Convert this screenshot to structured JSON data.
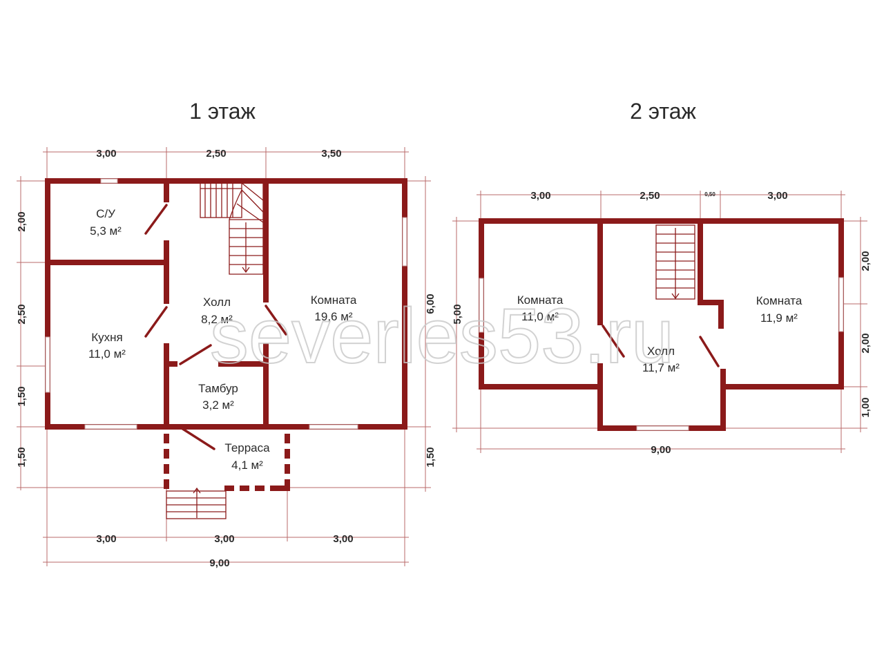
{
  "floors": [
    {
      "title": "1 этаж",
      "dims": {
        "top": [
          "3,00",
          "2,50",
          "3,50"
        ],
        "left": [
          "2,00",
          "2,50",
          "1,50",
          "1,50"
        ],
        "right": [
          "6,00",
          "1,50"
        ],
        "bottom": [
          "3,00",
          "3,00",
          "3,00"
        ],
        "total": "9,00"
      },
      "rooms": [
        {
          "name": "С/У",
          "area": "5,3 м²"
        },
        {
          "name": "Холл",
          "area": "8,2 м²"
        },
        {
          "name": "Комната",
          "area": "19,6 м²"
        },
        {
          "name": "Кухня",
          "area": "11,0 м²"
        },
        {
          "name": "Тамбур",
          "area": "3,2 м²"
        },
        {
          "name": "Терраса",
          "area": "4,1 м²"
        }
      ]
    },
    {
      "title": "2 этаж",
      "dims": {
        "top": [
          "3,00",
          "2,50",
          "0,50",
          "3,00"
        ],
        "left": [
          "5,00"
        ],
        "right": [
          "2,00",
          "2,00",
          "1,00"
        ],
        "total": "9,00"
      },
      "rooms": [
        {
          "name": "Комната",
          "area": "11,0 м²"
        },
        {
          "name": "Холл",
          "area": "11,7 м²"
        },
        {
          "name": "Комната",
          "area": "11,9 м²"
        }
      ]
    }
  ],
  "watermark": "severles53.ru",
  "colors": {
    "wall": "#8b1a1a",
    "dimension_line": "#b86a6a",
    "text": "#2b2b2b"
  }
}
